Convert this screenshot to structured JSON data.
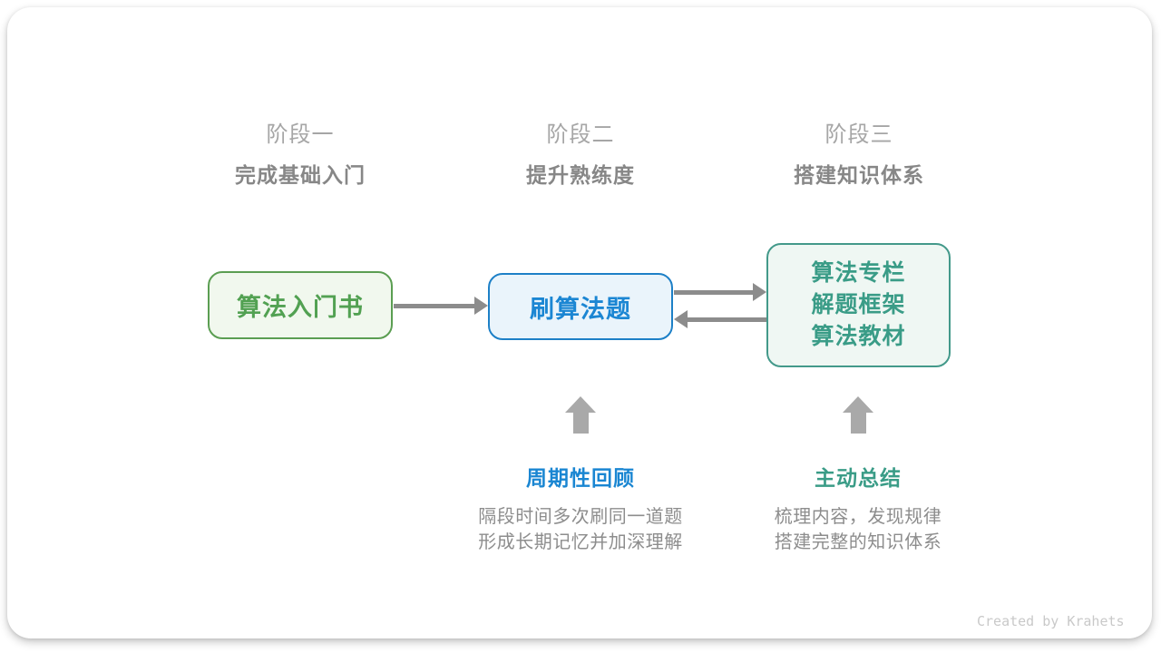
{
  "diagram": {
    "stages": [
      {
        "label": "阶段一",
        "title": "完成基础入门"
      },
      {
        "label": "阶段二",
        "title": "提升熟练度"
      },
      {
        "label": "阶段三",
        "title": "搭建知识体系"
      }
    ],
    "nodes": [
      {
        "label": "算法入门书",
        "text_color": "#52a152",
        "border_color": "#5b9e52",
        "bg_color": "#f1f8ee"
      },
      {
        "label": "刷算法题",
        "text_color": "#1b86d3",
        "border_color": "#1d80c7",
        "bg_color": "#eaf4fb"
      },
      {
        "lines": [
          "算法专栏",
          "解题框架",
          "算法教材"
        ],
        "text_color": "#3a9c87",
        "border_color": "#43998a",
        "bg_color": "#eff7f3"
      }
    ],
    "annotations": [
      {
        "heading": "周期性回顾",
        "heading_color": "#1a86d2",
        "lines": [
          "隔段时间多次刷同一道题",
          "形成长期记忆并加深理解"
        ]
      },
      {
        "heading": "主动总结",
        "heading_color": "#3a9c87",
        "lines": [
          "梳理内容，发现规律",
          "搭建完整的知识体系"
        ]
      }
    ],
    "arrow_color": "#8c8c8c",
    "up_arrow_color": "#a9a9a9"
  },
  "footer": {
    "credit": "Created by Krahets"
  }
}
